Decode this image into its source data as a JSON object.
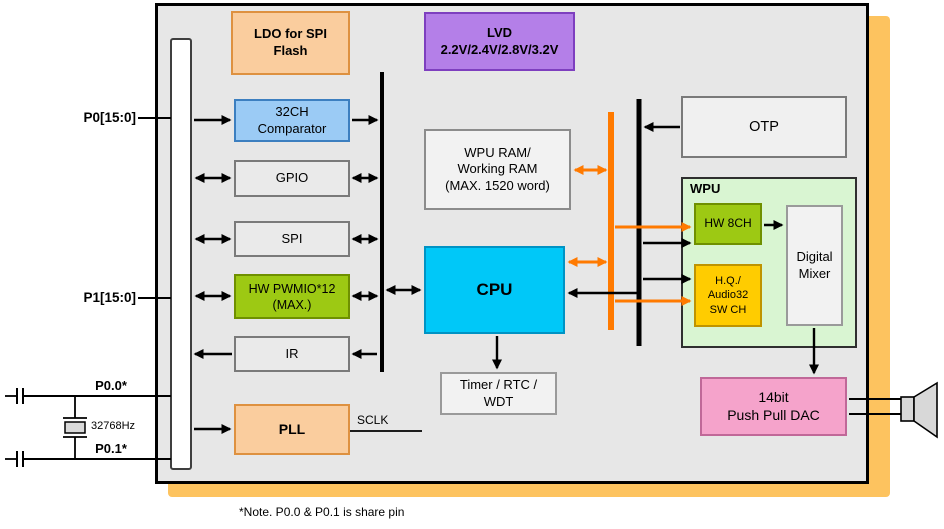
{
  "diagram": {
    "note": "*Note. P0.0 & P0.1 is share pin",
    "pins": {
      "p0_bus": "P0[15:0]",
      "p1_bus": "P1[15:0]",
      "p0_0": "P0.0*",
      "p0_1": "P0.1*",
      "crystal_freq": "32768Hz",
      "sclk": "SCLK"
    },
    "blocks": {
      "ldo": [
        "LDO for SPI",
        "Flash"
      ],
      "lvd": [
        "LVD",
        "2.2V/2.4V/2.8V/3.2V"
      ],
      "comparator": [
        "32CH",
        "Comparator"
      ],
      "gpio": "GPIO",
      "spi": "SPI",
      "pwmio": [
        "HW PWMIO*12",
        "(MAX.)"
      ],
      "ir": "IR",
      "pll": "PLL",
      "wpu_ram": [
        "WPU RAM/",
        "Working RAM",
        "(MAX. 1520 word)"
      ],
      "cpu": "CPU",
      "timer": [
        "Timer / RTC /",
        "WDT"
      ],
      "otp": "OTP",
      "wpu": "WPU",
      "hw_8ch": "HW 8CH",
      "hq_audio32": [
        "H.Q./",
        "Audio32",
        "SW CH"
      ],
      "digital_mixer": [
        "Digital",
        "Mixer"
      ],
      "dac": [
        "14bit",
        "Push Pull DAC"
      ]
    },
    "colors": {
      "shadow": "#FDC35F",
      "chip_fill": "#E7E7E7",
      "orange_bus": "#FF7A00",
      "ldo_pll_fill": "#FACD9E",
      "lvd_fill": "#B47FE8",
      "comparator_fill": "#9BCBF5",
      "green_fill": "#9DC913",
      "yellow_fill": "#FFCC00",
      "cpu_fill": "#00C8F8",
      "wpu_fill": "#D9F5D2",
      "dac_fill": "#F5A3CB"
    }
  }
}
